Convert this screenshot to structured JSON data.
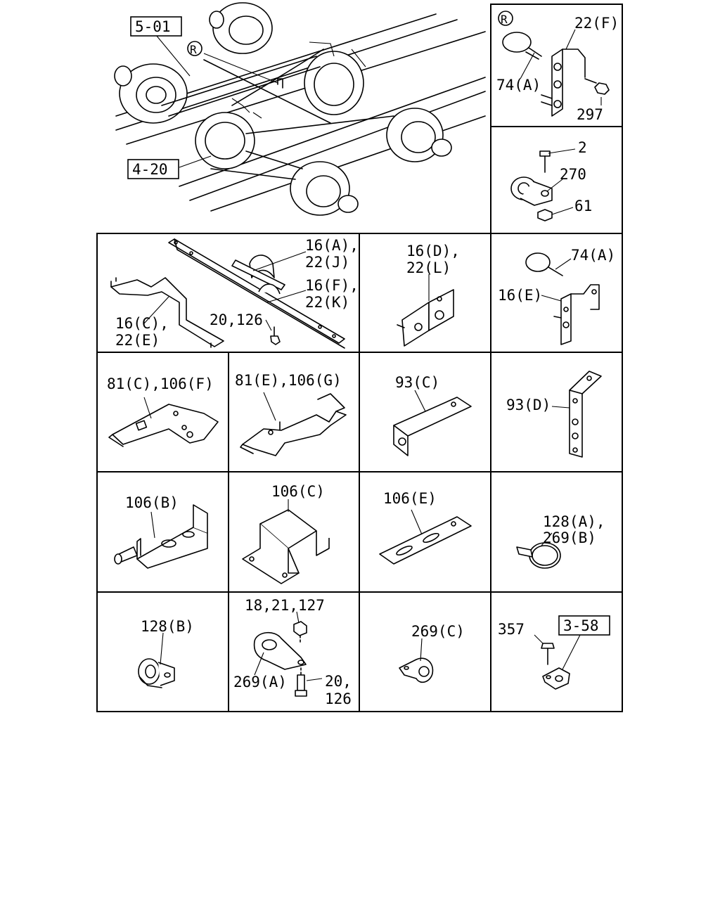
{
  "refs": {
    "ref_5_01": "5-01",
    "ref_4_20": "4-20",
    "ref_3_58": "3-58"
  },
  "markers": {
    "r_main": "R",
    "r_detail": "R"
  },
  "labels": {
    "p22f": "22(F)",
    "p74a_top": "74(A)",
    "p297": "297",
    "p2": "2",
    "p270": "270",
    "p61": "61",
    "p16a": "16(A),",
    "p22j": "22(J)",
    "p16f": "16(F),",
    "p22k": "22(K)",
    "p16c": "16(C),",
    "p22e": "22(E)",
    "p20_126": "20,126",
    "p16d": "16(D),",
    "p22l": "22(L)",
    "p74a_mid": "74(A)",
    "p16e": "16(E)",
    "p81c": "81(C),106(F)",
    "p81e": "81(E),106(G)",
    "p93c": "93(C)",
    "p93d": "93(D)",
    "p106b": "106(B)",
    "p106c": "106(C)",
    "p106e": "106(E)",
    "p128a": "128(A),",
    "p269b": "269(B)",
    "p128b": "128(B)",
    "p18": "18,21,127",
    "p269a": "269(A)",
    "p20b": "20,",
    "p126b": "126",
    "p269c": "269(C)",
    "p357": "357"
  }
}
